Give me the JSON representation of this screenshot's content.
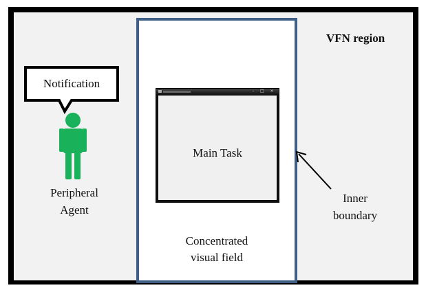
{
  "region": {
    "label": "VFN region"
  },
  "main_task": {
    "label": "Main Task"
  },
  "field": {
    "line1": "Concentrated",
    "line2": "visual field"
  },
  "notification": {
    "label": "Notification"
  },
  "agent": {
    "line1": "Peripheral",
    "line2": "Agent"
  },
  "boundary": {
    "line1": "Inner",
    "line2": "boundary"
  },
  "colors": {
    "frame_border": "#000000",
    "region_bg": "#f2f2f2",
    "inner_border": "#3f5f86",
    "agent_fill": "#19b15a"
  },
  "icons": {
    "agent": "person-icon",
    "window_controls": [
      "minimize-icon",
      "maximize-icon",
      "close-icon"
    ]
  }
}
